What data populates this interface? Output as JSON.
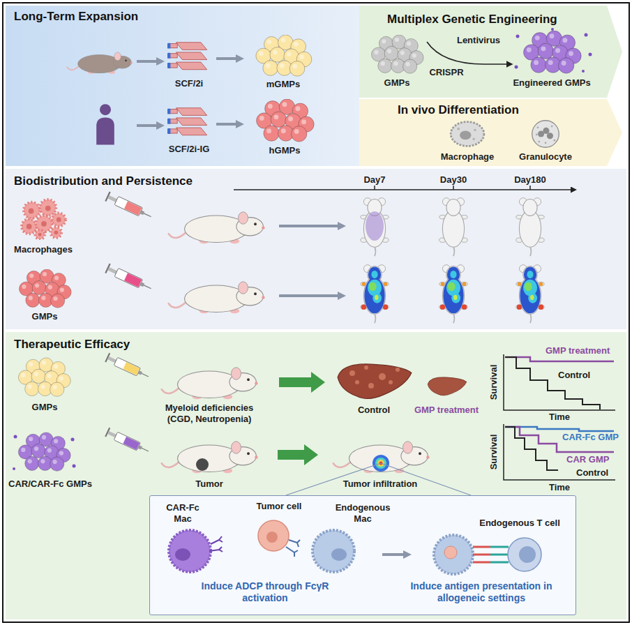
{
  "diagram": {
    "nodes": [
      {
        "text": [
          "Long-Term Expansion"
        ]
      },
      {
        "text": [
          "Multiplex Genetic Engineering"
        ]
      },
      {
        "text": [
          "In vivo Differentiation"
        ]
      },
      {
        "text": [
          "Biodistribution and Persistence"
        ]
      },
      {
        "text": [
          "Therapeutic Efficacy"
        ]
      },
      {
        "text": [
          "Induce ADCP through FcγR activation",
          "Induce antigen presentation in allogeneic settings"
        ],
        "in": 4
      }
    ],
    "labels": [
      "SCF/2i",
      "mGMPs",
      "SCF/2i-IG",
      "hGMPs",
      "GMPs",
      "Lentivirus",
      "CRISPR",
      "Engineered GMPs",
      "Macrophage",
      "Granulocyte",
      "Day7",
      "Day30",
      "Day180",
      "Macrophages",
      "GMPs",
      "GMPs",
      "Myeloid deficiencies (CGD, Neutropenia)",
      "Control",
      "GMP treatment",
      "GMP treatment",
      "Control",
      "Survival",
      "Time",
      "CAR/CAR-Fc GMPs",
      "Tumor",
      "Tumor infiltration",
      "CAR-Fc GMP",
      "CAR GMP",
      "Control",
      "Survival",
      "Time",
      "CAR-Fc Mac",
      "Tumor cell",
      "Endogenous Mac",
      "Endogenous T cell"
    ]
  }
}
